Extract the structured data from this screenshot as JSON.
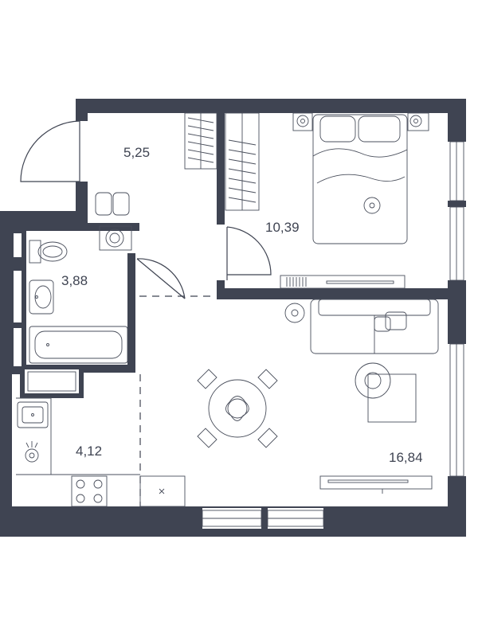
{
  "colors": {
    "wall": "#3f4452",
    "background": "#ffffff"
  },
  "rooms": [
    {
      "id": "hallway",
      "area": "5,25"
    },
    {
      "id": "bedroom",
      "area": "10,39"
    },
    {
      "id": "bathroom",
      "area": "3,88"
    },
    {
      "id": "kitchen",
      "area": "4,12"
    },
    {
      "id": "living-room",
      "area": "16,84"
    }
  ],
  "icons": [
    "door-swing-icon",
    "wardrobe-icon",
    "bed-icon",
    "toilet-icon",
    "sink-icon",
    "bathtub-icon",
    "washing-machine-icon",
    "stove-icon",
    "dining-table-icon",
    "sofa-icon",
    "armchair-icon",
    "tv-icon",
    "plant-icon"
  ]
}
